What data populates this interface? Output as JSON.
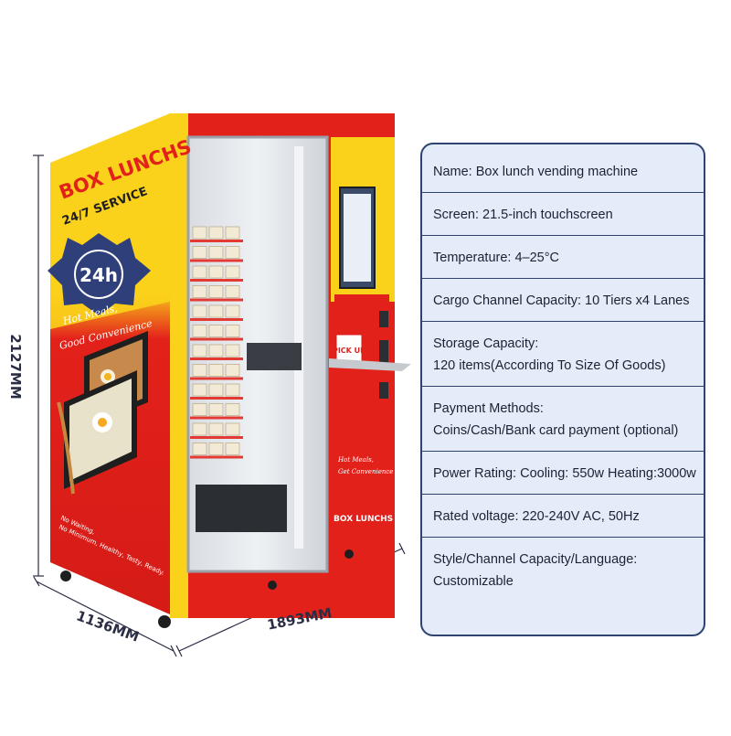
{
  "product_image": {
    "front_panel": {
      "headline": "BOX LUNCHS",
      "service": "24/7 SERVICE",
      "badge": "24h",
      "tagline_1": "Hot Meals,",
      "tagline_2": "Good Convenience",
      "slogan_1": "No Waiting,",
      "slogan_2": "No Minimum, Healthy, Tasty, Ready."
    },
    "door_panel": {
      "pickup_label": "PICK UP",
      "bottom_brand": "BOX LUNCHS",
      "bottom_tagline_1": "Hot Meals,",
      "bottom_tagline_2": "Get Convenience"
    },
    "dimensions": {
      "height": "2127MM",
      "width": "1893MM",
      "depth": "1136MM"
    },
    "colors": {
      "body_red": "#e3211b",
      "body_yellow": "#fbd21b",
      "navy": "#2a2d44"
    }
  },
  "specs": [
    {
      "label": "Name:",
      "value": "Box lunch vending machine"
    },
    {
      "label": "Screen:",
      "value": "21.5-inch touchscreen"
    },
    {
      "label": "Temperature:",
      "value": "4–25°C"
    },
    {
      "label": "Cargo Channel Capacity:",
      "value": "10 Tiers x4 Lanes"
    },
    {
      "label": "Storage Capacity:",
      "value": "120 items(According To Size Of Goods)"
    },
    {
      "label": "Payment Methods:",
      "value": "Coins/Cash/Bank card payment (optional)"
    },
    {
      "label": "Power Rating:",
      "value": "Cooling: 550w  Heating:3000w"
    },
    {
      "label": "Rated voltage:",
      "value": "220-240V AC, 50Hz"
    },
    {
      "label": "Style/Channel Capacity/Language:",
      "value": "Customizable"
    }
  ],
  "spec_text": {
    "name": "Name: Box lunch vending machine",
    "screen": "Screen: 21.5-inch touchscreen",
    "temperature": "Temperature: 4–25°C",
    "cargo": "Cargo Channel Capacity: 10 Tiers x4 Lanes",
    "storage_1": "Storage Capacity:",
    "storage_2": "120 items(According To Size Of Goods)",
    "payment_1": "Payment Methods:",
    "payment_2": "Coins/Cash/Bank card payment (optional)",
    "power": "Power Rating:  Cooling: 550w  Heating:3000w",
    "voltage": "Rated voltage: 220-240V AC, 50Hz",
    "style_1": "Style/Channel Capacity/Language:",
    "style_2": "Customizable"
  }
}
